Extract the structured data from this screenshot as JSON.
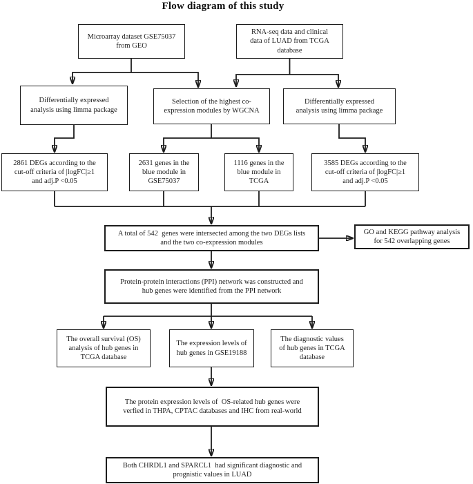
{
  "title": "Flow diagram of this study",
  "colors": {
    "background": "#ffffff",
    "box_fill": "#ffffff",
    "box_border": "#1c1c1c",
    "text": "#1c1c1c",
    "line": "#1c1c1c"
  },
  "nodes": {
    "microarray_geo": {
      "text": "Microarray dataset GSE75037\nfrom GEO"
    },
    "rnaseq_tcga": {
      "text": "RNA-seq data and clinical\ndata of LUAD from TCGA\ndatabase"
    },
    "limma_left": {
      "text": "Differentially expressed\nanalysis using limma package"
    },
    "wgcna": {
      "text": "Selection of the highest co-\nexpression modules by WGCNA"
    },
    "limma_right": {
      "text": "Differentially expressed\nanalysis using limma package"
    },
    "degs_2861": {
      "text": "2861 DEGs according to the\ncut-off criteria of |logFC|≥1\nand adj.P <0.05"
    },
    "genes_2631": {
      "text": "2631 genes in the\nblue module in\nGSE75037"
    },
    "genes_1116": {
      "text": "1116 genes in the\nblue module in\nTCGA"
    },
    "degs_3585": {
      "text": "3585 DEGs according to the\ncut-off criteria of |logFC|≥1\nand adj.P <0.05"
    },
    "intersection_542": {
      "text": "A total of 542  genes were intersected among the two DEGs lists\nand the two co-expression modules"
    },
    "go_kegg": {
      "text": "GO and KEGG pathway analysis\nfor 542 overlapping genes"
    },
    "ppi_network": {
      "text": "Protein-protein interactions (PPI) network was constructed and\nhub genes were identified from the PPI network"
    },
    "os_analysis": {
      "text": "The overall survival (OS)\nanalysis of hub genes in\nTCGA database"
    },
    "expression_gse19188": {
      "text": "The expression levels of\nhub genes in GSE19188"
    },
    "diagnostic_tcga": {
      "text": "The diagnostic values\nof hub genes in TCGA\ndatabase"
    },
    "protein_verification": {
      "text": "The protein expression levels of  OS-related hub genes were\nverfied in THPA, CPTAC databases and IHC from real-world"
    },
    "conclusion": {
      "text": "Both CHRDL1 and SPARCL1  had significant diagnostic and\nprognistic values in LUAD"
    }
  }
}
